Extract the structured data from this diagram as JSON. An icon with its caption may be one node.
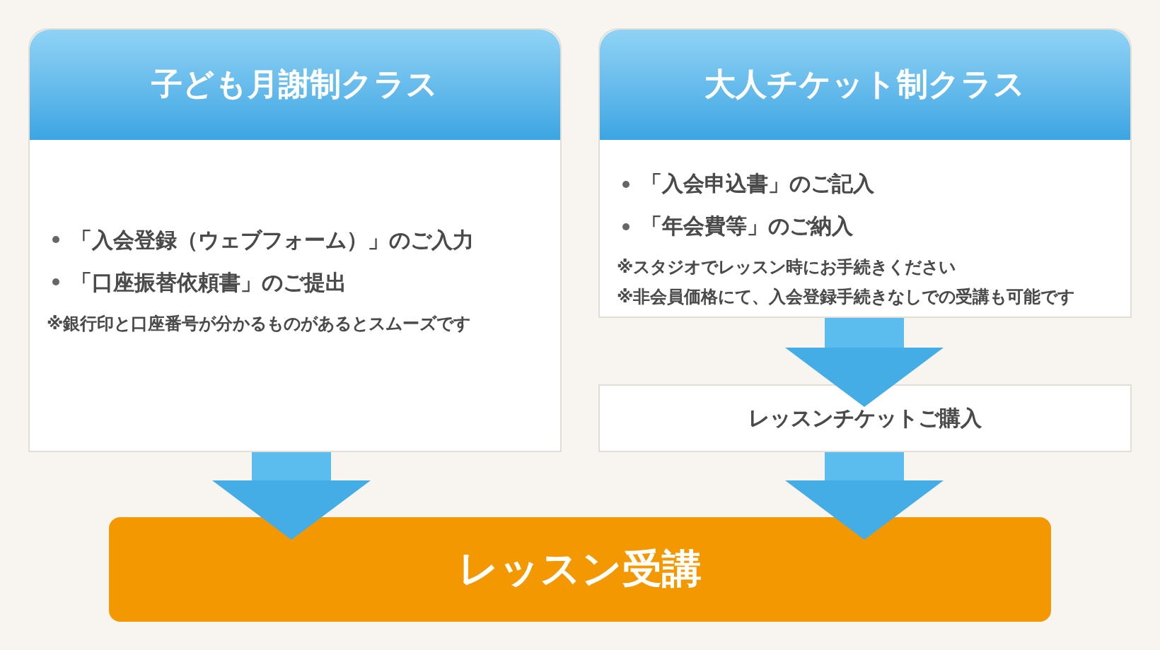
{
  "diagram": {
    "nodes": [
      {
        "text": [
          "子ども月謝制クラス",
          "「入会登録（ウェブフォーム）」のご入力",
          "「口座振替依頼書」のご提出",
          "※銀行印と口座番号が分かるものがあるとスムーズです"
        ]
      },
      {
        "text": [
          "大人チケット制クラス",
          "「入会申込書」のご記入",
          "「年会費等」のご納入",
          "※スタジオでレッスン時にお手続きください",
          "※非会員価格にて、入会登録手続きなしでの受講も可能です"
        ]
      },
      {
        "text": [
          "レッスンチケットご購入"
        ]
      },
      {
        "text": [
          "レッスン受講"
        ]
      }
    ],
    "edges": [
      {
        "from": 0,
        "to": 3,
        "arrow": "to"
      },
      {
        "from": 1,
        "to": 2,
        "arrow": "to"
      },
      {
        "from": 2,
        "to": 3,
        "arrow": "to"
      }
    ]
  }
}
